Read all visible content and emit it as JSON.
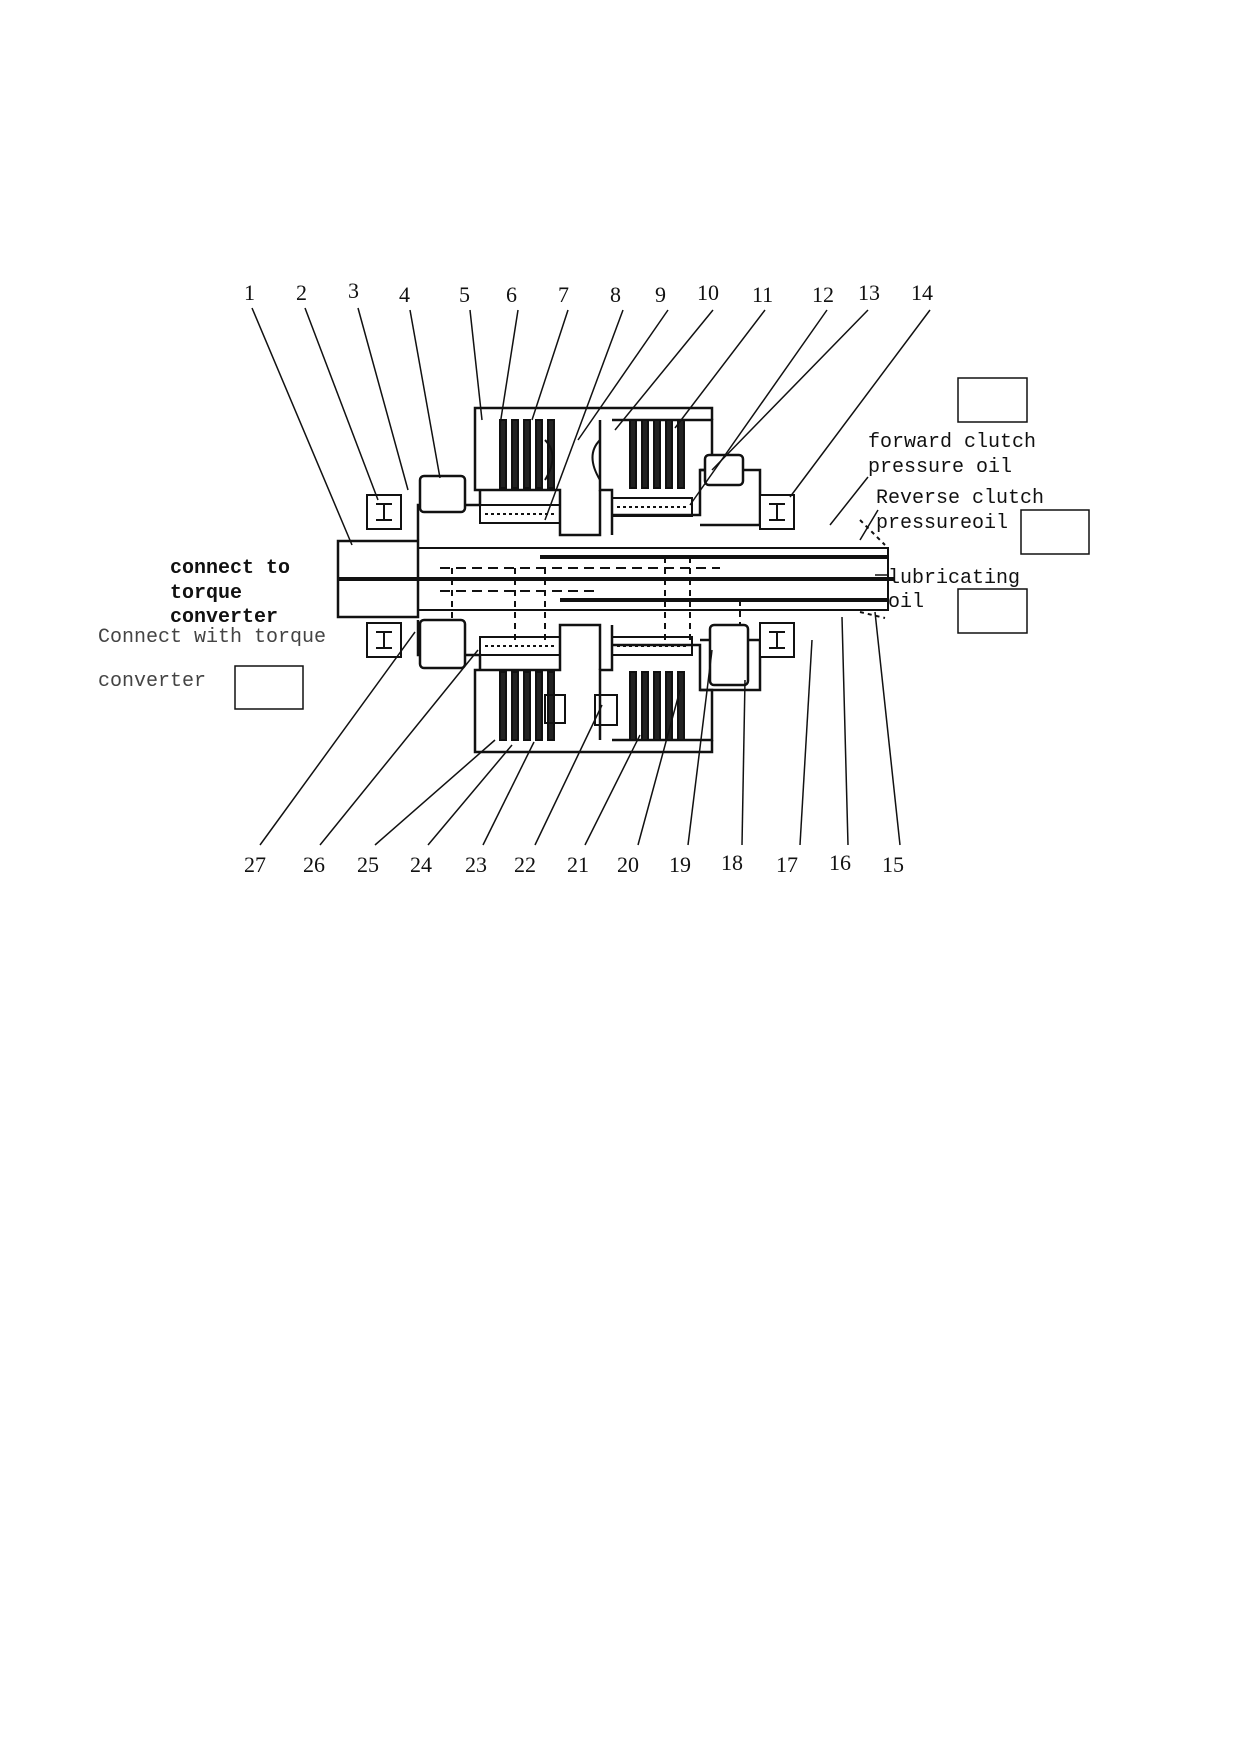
{
  "part_numbers_top": [
    "1",
    "2",
    "3",
    "4",
    "5",
    "6",
    "7",
    "8",
    "9",
    "10",
    "11",
    "12",
    "13",
    "14"
  ],
  "part_numbers_bottom": [
    "27",
    "26",
    "25",
    "24",
    "23",
    "22",
    "21",
    "20",
    "19",
    "18",
    "17",
    "16",
    "15"
  ],
  "labels": {
    "connect_to_torque_converter": [
      "connect to",
      "torque",
      "converter"
    ],
    "connect_with_torque_converter": [
      "Connect with torque",
      "converter"
    ],
    "forward_clutch_pressure_oil": [
      "forward clutch",
      "pressure oil"
    ],
    "reverse_clutch_pressure_oil": [
      "Reverse clutch",
      "pressureoil"
    ],
    "lubricating_oil": [
      "lubricating",
      "oil"
    ]
  }
}
